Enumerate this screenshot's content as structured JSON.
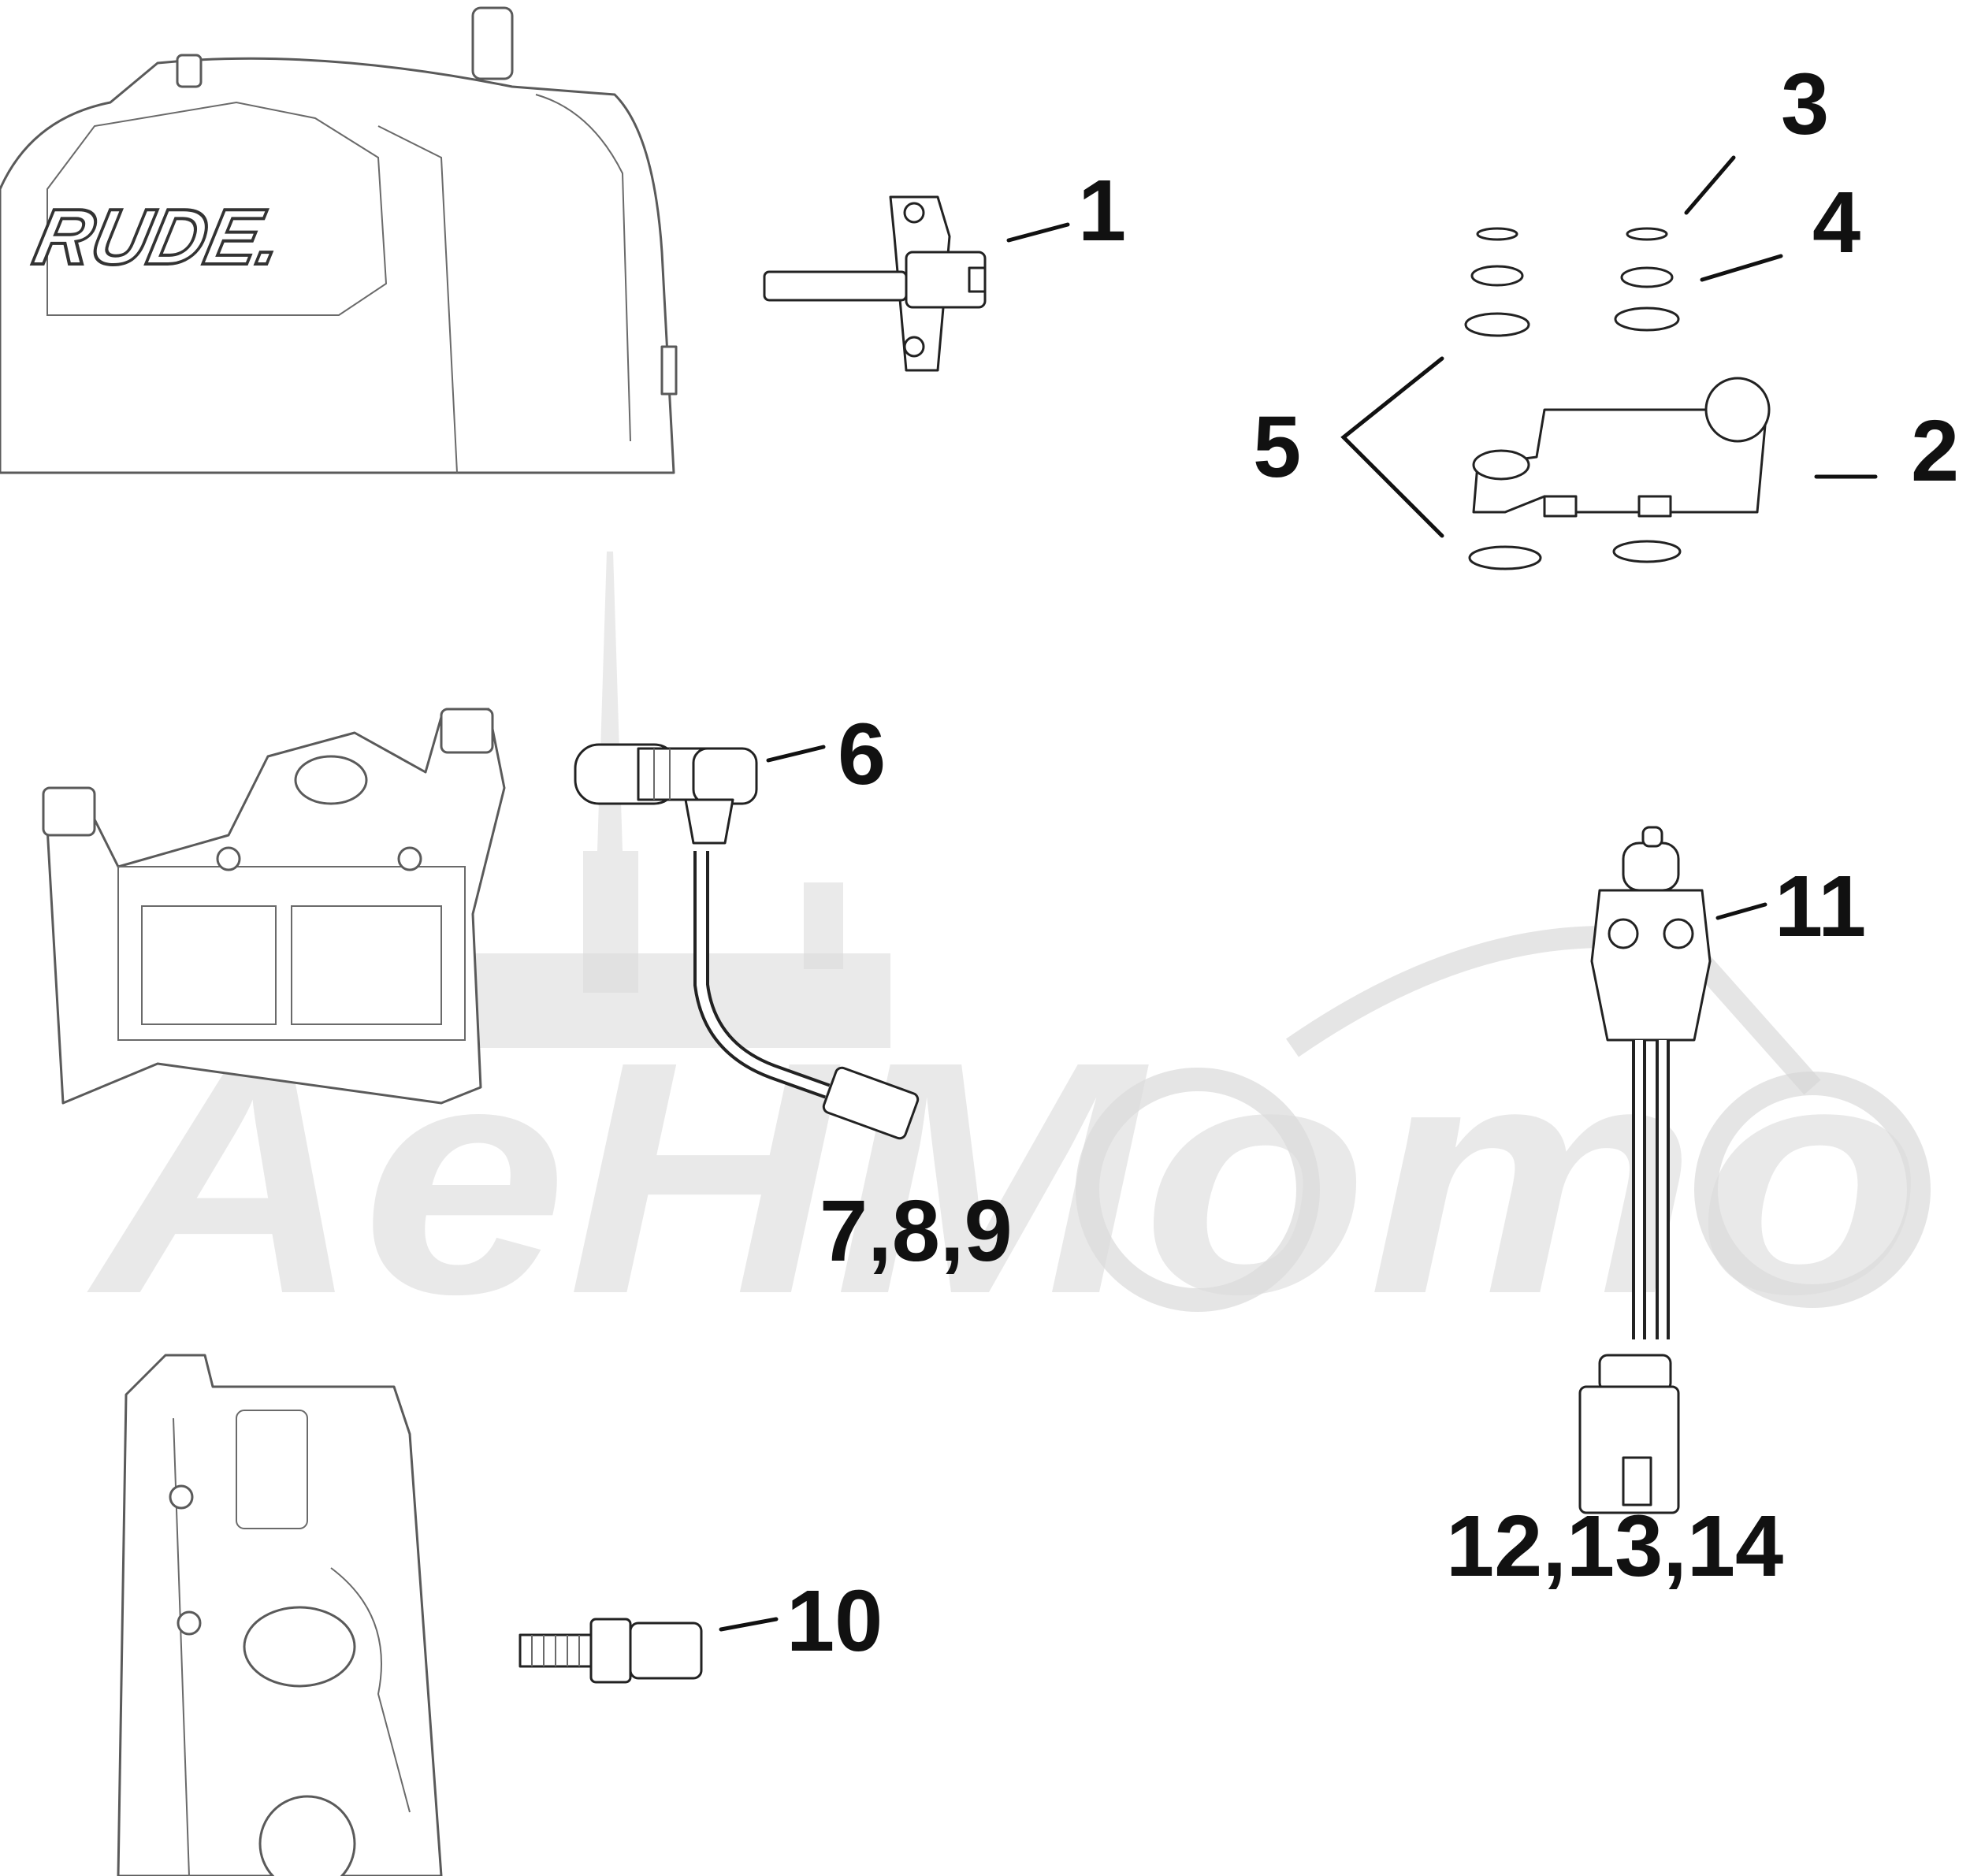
{
  "diagram": {
    "engine_brand_text": "RUDE.",
    "watermark_text": "AeHMomo",
    "callouts": {
      "c1": "1",
      "c2": "2",
      "c3": "3",
      "c4": "4",
      "c5": "5",
      "c6": "6",
      "c789": "7,8,9",
      "c10": "10",
      "c11": "11",
      "c121314": "12,13,14"
    }
  }
}
